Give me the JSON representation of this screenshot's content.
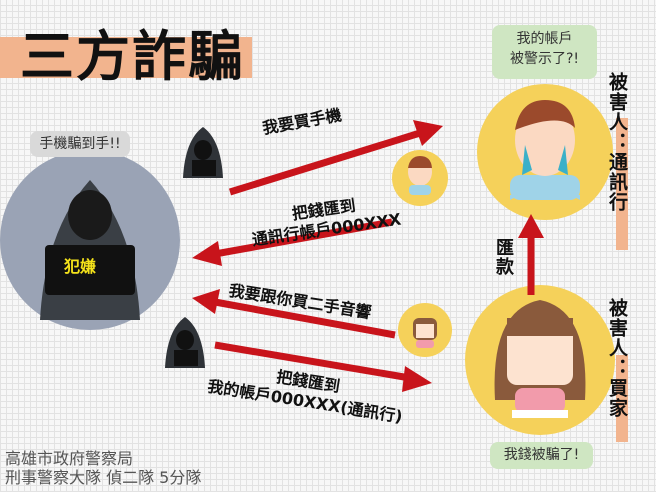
{
  "title": "三方詐騙",
  "suspect": {
    "label": "犯嫌",
    "speech": "手機騙到手!!"
  },
  "victim_store": {
    "label": "被害人：通訊行",
    "speech_line1": "我的帳戶",
    "speech_line2": "被警示了?!"
  },
  "victim_buyer": {
    "label": "被害人：買家",
    "speech": "我錢被騙了!"
  },
  "arrows": {
    "buy_phone": "我要買手機",
    "pay_store_line1": "把錢匯到",
    "pay_store_line2": "通訊行帳戶000XXX",
    "transfer": "匯款",
    "buy_audio": "我要跟你買二手音響",
    "pay_me_line1": "把錢匯到",
    "pay_me_line2": "我的帳戶000XXX(通訊行)"
  },
  "footer": {
    "line1": "高雄市政府警察局",
    "line2": "刑事警察大隊 偵二隊 5分隊"
  },
  "colors": {
    "arrow": "#c8141b",
    "peach": "#f2b48e",
    "victim_circle": "#f5d15a",
    "suspect_circle": "#9aa3b5",
    "bubble_green": "#cfe6c2"
  }
}
